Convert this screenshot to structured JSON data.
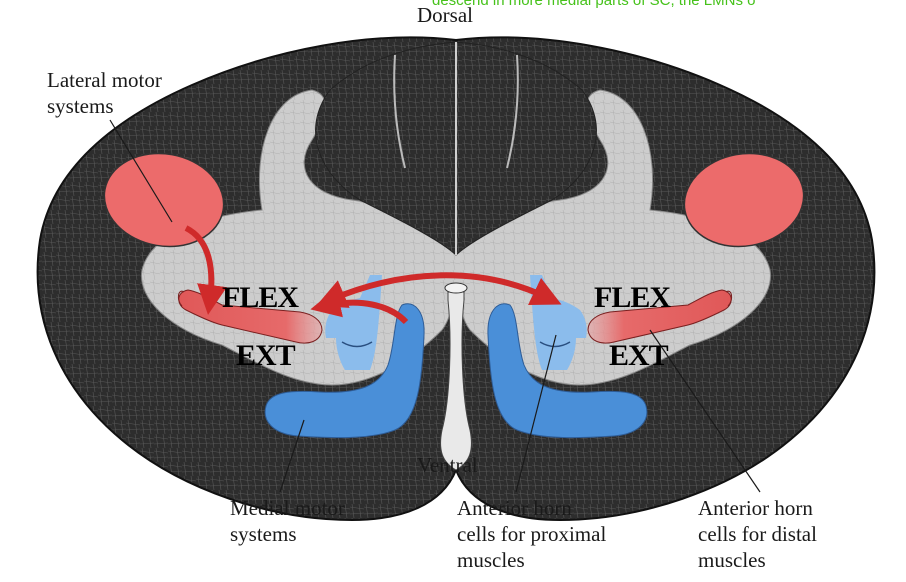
{
  "labels": {
    "dorsal": "Dorsal",
    "ventral": "Ventral",
    "lateral_line1": "Lateral motor",
    "lateral_line2": "systems",
    "medial_line1": "Medial motor",
    "medial_line2": "systems",
    "ah_prox_line1": "Anterior horn",
    "ah_prox_line2": "cells for proximal",
    "ah_prox_line3": "muscles",
    "ah_dist_line1": "Anterior horn",
    "ah_dist_line2": "cells for distal",
    "ah_dist_line3": "muscles",
    "flex_left": "FLEX",
    "ext_left": "EXT",
    "flex_right": "FLEX",
    "ext_right": "EXT"
  },
  "overlay_text": "descend in more medial parts of SC, the LMNs o",
  "colors": {
    "lateral_red": "#ec6b6b",
    "arrow_red": "#cf2a2a",
    "medial_blue": "#4a8fd8",
    "light_blue": "#8bbcec",
    "grey_matter": "#cfcfcf",
    "white_matter": "#2e2e2e",
    "overlay_green": "#46c21b"
  }
}
